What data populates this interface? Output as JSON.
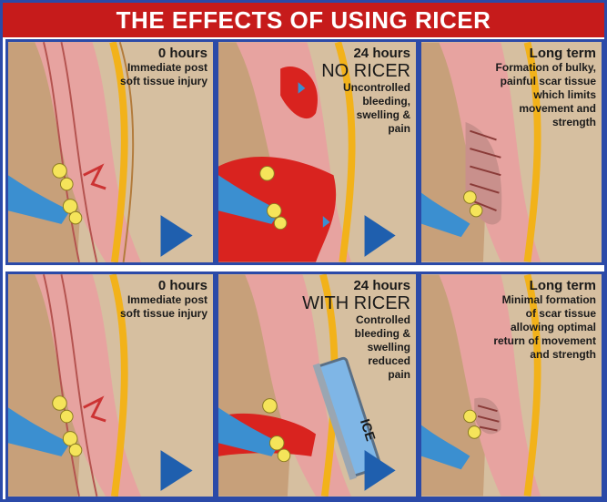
{
  "title": "THE EFFECTS OF USING RICER",
  "panels": [
    {
      "time": "0 hours",
      "heading": "",
      "text": "Immediate post soft tissue injury"
    },
    {
      "time": "24 hours",
      "heading": "NO RICER",
      "text": "Uncontrolled bleeding, swelling & pain"
    },
    {
      "time": "Long term",
      "heading": "",
      "text": "Formation of bulky, painful scar tissue which limits movement and strength"
    },
    {
      "time": "0 hours",
      "heading": "",
      "text": "Immediate post soft tissue injury"
    },
    {
      "time": "24 hours",
      "heading": "WITH RICER",
      "text": "Controlled bleeding & swelling reduced pain"
    },
    {
      "time": "Long term",
      "heading": "",
      "text": "Minimal formation of scar tissue allowing optimal return of movement and strength"
    }
  ],
  "ice_label": "ICE",
  "colors": {
    "title_bg": "#c61b1b",
    "border": "#2b4aa8",
    "arrow": "#1f5fae",
    "blood": "#d9231f",
    "skin": "#d6bfa0",
    "bone_yellow": "#f2b21a",
    "fat": "#f5e45a",
    "muscle": "#e7a3a0",
    "ice": "#7fb6e6"
  },
  "icons": [
    "arrow-right-icon",
    "ice-pack-icon"
  ]
}
